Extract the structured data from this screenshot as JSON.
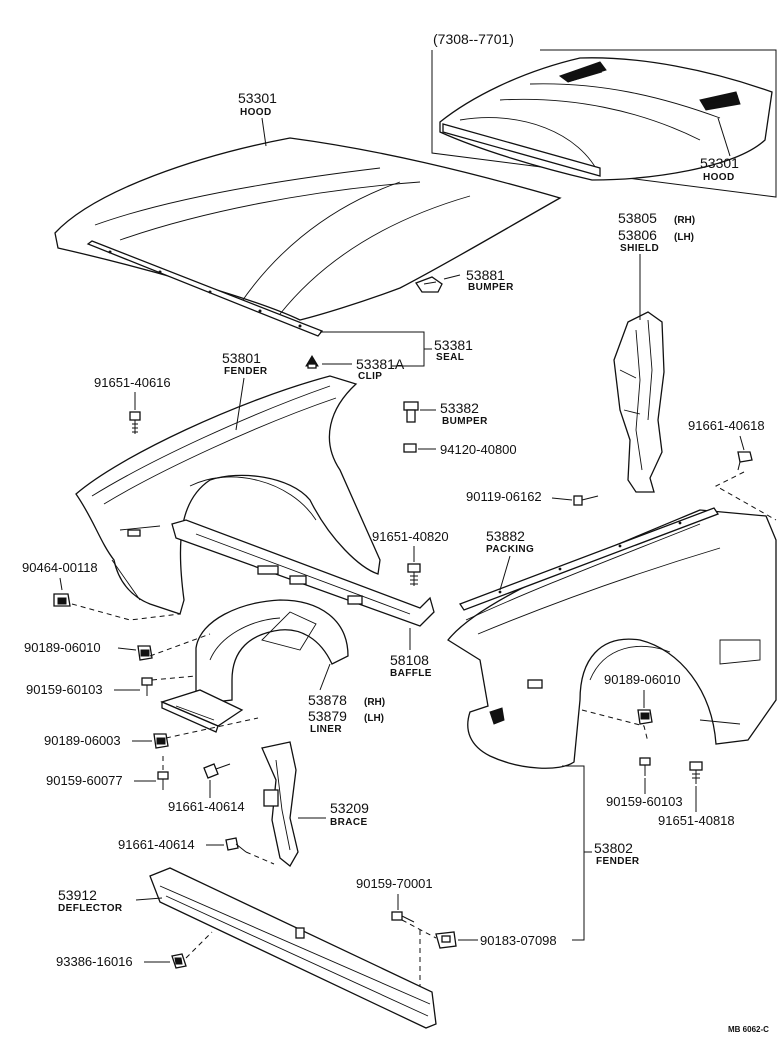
{
  "inset": {
    "range": "(7308--7701)"
  },
  "labels": {
    "hood_main": {
      "pn": "53301",
      "name": "HOOD"
    },
    "hood_inset": {
      "pn": "53301",
      "name": "HOOD"
    },
    "shield": {
      "pn_rh": "53805",
      "side_rh": "(RH)",
      "pn_lh": "53806",
      "side_lh": "(LH)",
      "name": "SHIELD"
    },
    "bumper_top": {
      "pn": "53881",
      "name": "BUMPER"
    },
    "seal": {
      "pn": "53381",
      "name": "SEAL"
    },
    "clip": {
      "pn": "53381A",
      "name": "CLIP"
    },
    "fender_left": {
      "pn": "53801",
      "name": "FENDER"
    },
    "bolt_91651_40616": {
      "pn": "91651-40616"
    },
    "bumper_mid": {
      "pn": "53382",
      "name": "BUMPER"
    },
    "nut_94120": {
      "pn": "94120-40800"
    },
    "bolt_91661_40618": {
      "pn": "91661-40618"
    },
    "screw_90119": {
      "pn": "90119-06162"
    },
    "clip_90464": {
      "pn": "90464-00118"
    },
    "bolt_91651_40820": {
      "pn": "91651-40820"
    },
    "packing": {
      "pn": "53882",
      "name": "PACKING"
    },
    "nut_90189_a": {
      "pn": "90189-06010"
    },
    "screw_90159_a": {
      "pn": "90159-60103"
    },
    "baffle": {
      "pn": "58108",
      "name": "BAFFLE"
    },
    "liner": {
      "pn_rh": "53878",
      "side_rh": "(RH)",
      "pn_lh": "53879",
      "side_lh": "(LH)",
      "name": "LINER"
    },
    "nut_90189_b": {
      "pn": "90189-06010"
    },
    "nut_90189_c": {
      "pn": "90189-06003"
    },
    "screw_90159_b": {
      "pn": "90159-60077"
    },
    "bolt_91661_40614_a": {
      "pn": "91661-40614"
    },
    "brace": {
      "pn": "53209",
      "name": "BRACE"
    },
    "screw_90159_c": {
      "pn": "90159-60103"
    },
    "bolt_91651_40818": {
      "pn": "91651-40818"
    },
    "bolt_91661_40614_b": {
      "pn": "91661-40614"
    },
    "fender_right": {
      "pn": "53802",
      "name": "FENDER"
    },
    "screw_90159_d": {
      "pn": "90159-70001"
    },
    "deflector": {
      "pn": "53912",
      "name": "DEFLECTOR"
    },
    "nut_90183": {
      "pn": "90183-07098"
    },
    "bolt_93386": {
      "pn": "93386-16016"
    }
  },
  "footer": {
    "code": "MB 6062-C"
  }
}
